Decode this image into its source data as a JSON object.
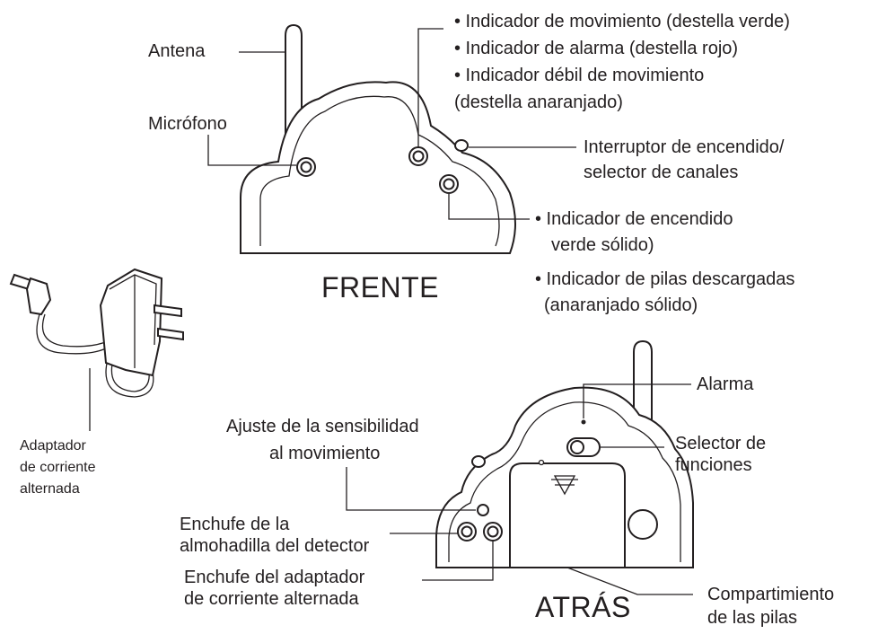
{
  "front": {
    "heading": "FRENTE",
    "antenna": "Antena",
    "microphone": "Micrófono",
    "indicators": [
      "• Indicador de movimiento (destella verde)",
      "• Indicador de alarma (destella rojo)",
      "• Indicador débil de movimiento",
      "(destella anaranjado)"
    ],
    "power_switch": [
      "Interruptor de encendido/",
      "selector de canales"
    ],
    "power_indicators": [
      "• Indicador de encendido",
      "verde sólido)",
      "• Indicador de pilas descargadas",
      "(anaranjado sólido)"
    ]
  },
  "adapter": [
    "Adaptador",
    "de corriente",
    "alternada"
  ],
  "back": {
    "heading": "ATRÁS",
    "alarm": "Alarma",
    "function_selector": [
      "Selector de",
      "funciones"
    ],
    "sensitivity": [
      "Ajuste de la sensibilidad",
      "al movimiento"
    ],
    "detector_pad_jack": [
      "Enchufe de la",
      "almohadilla del detector"
    ],
    "adapter_jack": [
      "Enchufe del adaptador",
      "de corriente alternada"
    ],
    "battery_compartment": [
      "Compartimiento",
      "de las pilas"
    ]
  }
}
